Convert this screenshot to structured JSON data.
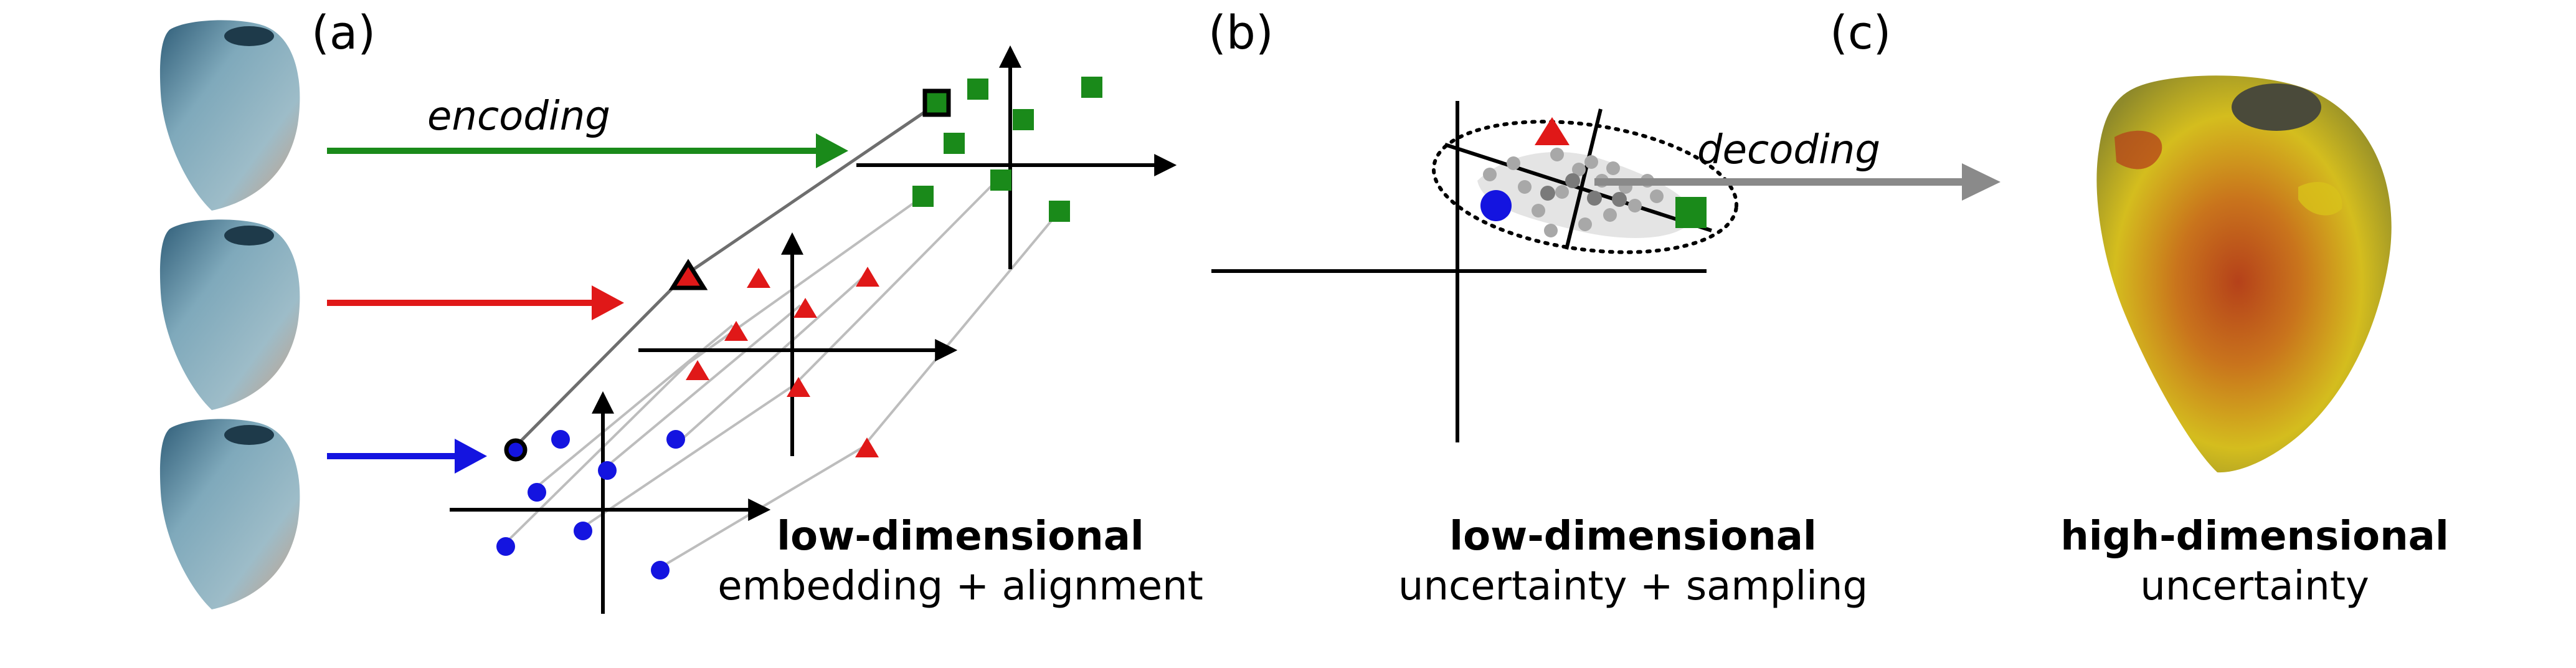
{
  "panels": {
    "a": "(a)",
    "b": "(b)",
    "c": "(c)"
  },
  "arrows": {
    "encoding": "encoding",
    "decoding": "decoding"
  },
  "captions": {
    "a_bold": "low-dimensional",
    "a_sub": "embedding + alignment",
    "b_bold": "low-dimensional",
    "b_sub": "uncertainty + sampling",
    "c_bold": "high-dimensional",
    "c_sub": "uncertainty"
  },
  "colors": {
    "green": "#1a8a1a",
    "red": "#e01818",
    "blue": "#1414e0",
    "gray": "#8a8a8a",
    "link": "#bdbdbd",
    "heart_blue": "#5f8fa8",
    "heart_yellow": "#d8c21a",
    "heart_orange": "#c9621c"
  }
}
